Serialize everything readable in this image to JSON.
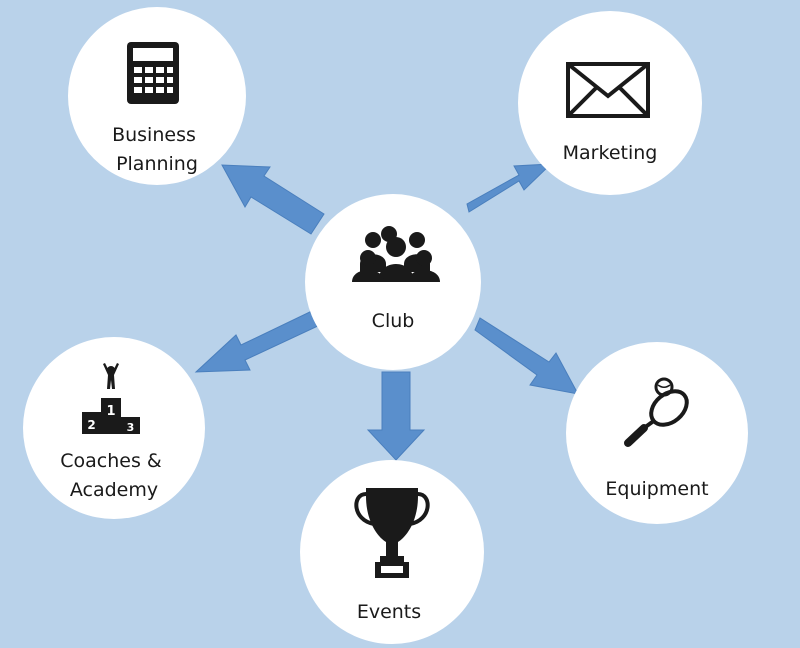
{
  "diagram": {
    "center": {
      "label": "Club",
      "icon": "people-group-icon"
    },
    "nodes": [
      {
        "id": "business-planning",
        "label_lines": [
          "Business",
          "Planning"
        ],
        "icon": "calculator-icon"
      },
      {
        "id": "marketing",
        "label_lines": [
          "Marketing"
        ],
        "icon": "envelope-icon"
      },
      {
        "id": "coaches-academy",
        "label_lines": [
          "Coaches &",
          "Academy"
        ],
        "icon": "podium-icon"
      },
      {
        "id": "events",
        "label_lines": [
          "Events"
        ],
        "icon": "trophy-icon"
      },
      {
        "id": "equipment",
        "label_lines": [
          "Equipment"
        ],
        "icon": "tennis-racket-icon"
      }
    ],
    "podium_numbers": [
      "1",
      "2",
      "3"
    ],
    "colors": {
      "background": "#b9d2ea",
      "circle": "#ffffff",
      "arrow": "#5a8fcc",
      "ink": "#1a1a1a"
    }
  }
}
